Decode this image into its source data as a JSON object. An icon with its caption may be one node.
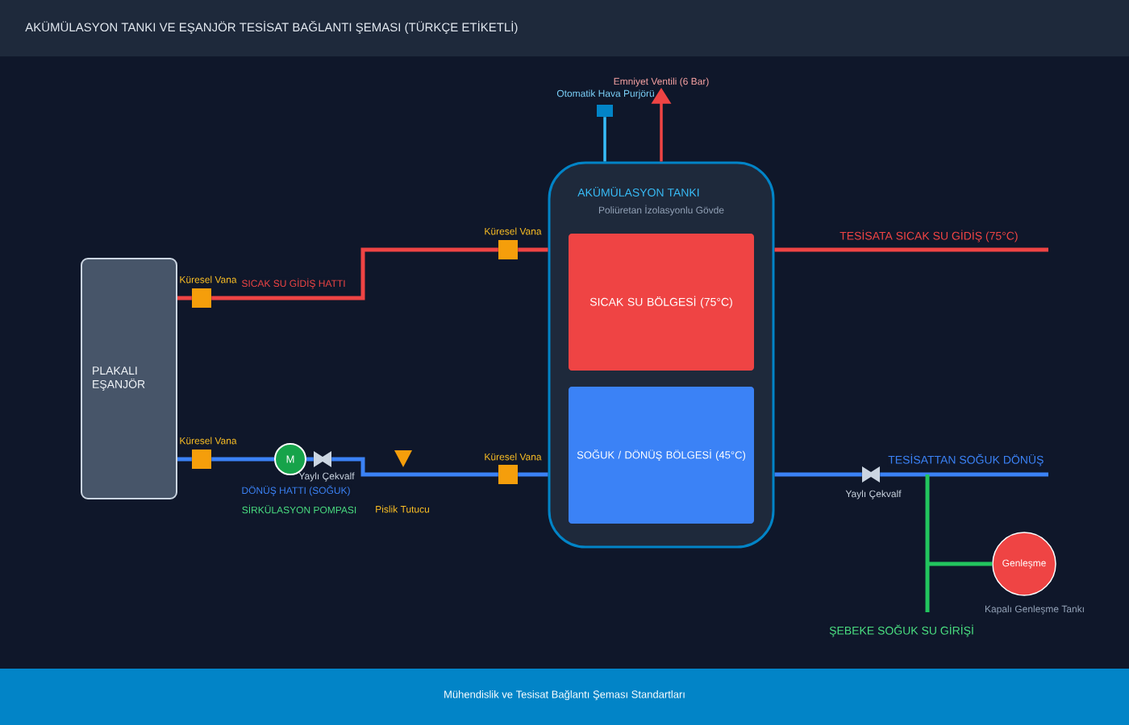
{
  "diagram": {
    "title": "AKÜMÜLASYON TANKI VE EŞANJÖR TESİSAT BAĞLANTI ŞEMASI (TÜRKÇE ETİKETLİ)",
    "caption": "Mühendislik ve Tesisat Bağlantı Şeması Standartları",
    "nodes": [
      {
        "text": [
          "PLAKALI EŞANJÖR"
        ]
      },
      {
        "text": [
          "AKÜMÜLASYON TANKI",
          "Poliüretan İzolasyonlu Gövde"
        ]
      },
      {
        "text": [
          "SICAK SU BÖLGESİ (75°C)"
        ],
        "in": 1
      },
      {
        "text": [
          "SOĞUK / DÖNÜŞ BÖLGESİ (45°C)"
        ],
        "in": 1
      },
      {
        "text": [
          "Küresel Vana"
        ]
      },
      {
        "text": [
          "Küresel Vana"
        ]
      },
      {
        "text": [
          "Küresel Vana"
        ]
      },
      {
        "text": [
          "M"
        ],
        "beside": [
          "SİRKÜLASYON POMPASI"
        ]
      },
      {
        "text": [
          "Yaylı Çekvalf"
        ]
      },
      {
        "text": [
          "Pislik Tutucu"
        ]
      },
      {
        "text": [
          "Küresel Vana"
        ]
      },
      {
        "text": [
          "Otomatik Hava Purjörü"
        ]
      },
      {
        "text": [
          "Emniyet Ventili (6 Bar)"
        ]
      },
      {
        "text": [
          "Yaylı Çekvalf"
        ]
      },
      {
        "text": [
          "Genleşme"
        ],
        "beside": [
          "Kapalı Genleşme Tankı"
        ]
      }
    ],
    "edges": [
      {
        "from": 0,
        "to": 4,
        "arrow": "none",
        "color": "#ef4444"
      },
      {
        "from": 4,
        "to": 5,
        "arrow": "none",
        "label": "SICAK SU GİDİŞ HATTI",
        "color": "#ef4444"
      },
      {
        "from": 5,
        "to": 1,
        "arrow": "none",
        "color": "#ef4444"
      },
      {
        "from": 1,
        "to": null,
        "arrow": "none",
        "label": "TESİSATA SICAK SU GİDİŞ (75°C)",
        "color": "#ef4444"
      },
      {
        "from": 1,
        "to": 11,
        "arrow": "none",
        "color": "#38bdf8"
      },
      {
        "from": 1,
        "to": 12,
        "arrow": "to",
        "color": "#ef4444"
      },
      {
        "from": 0,
        "to": 6,
        "arrow": "none"
      },
      {
        "from": 6,
        "to": 7,
        "arrow": "none"
      },
      {
        "from": 7,
        "to": 8,
        "arrow": "none",
        "label": "DÖNÜŞ HATTI (SOĞUK)"
      },
      {
        "from": 8,
        "to": 10,
        "arrow": "none"
      },
      {
        "from": 10,
        "to": 1,
        "arrow": "none"
      },
      {
        "from": null,
        "to": 13,
        "arrow": "none",
        "label": "TESİSATTAN SOĞUK DÖNÜŞ"
      },
      {
        "from": 13,
        "to": 1,
        "arrow": "none"
      },
      {
        "from": null,
        "to": 14,
        "arrow": "none",
        "label": "ŞEBEKE SOĞUK SU GİRİŞİ",
        "color": "#22c55e"
      }
    ]
  }
}
